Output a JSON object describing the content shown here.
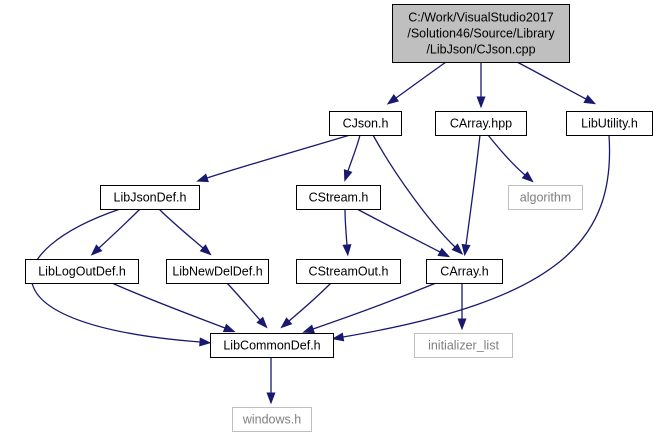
{
  "diagram": {
    "colors": {
      "edge": "#191970",
      "node_border": "#000000",
      "node_fill": "#ffffff",
      "root_fill": "#bfbfbf",
      "external_border": "#bfbfbf",
      "external_text": "#7f7f7f"
    },
    "nodes": [
      {
        "id": "root",
        "lines": [
          "C:/Work/VisualStudio2017",
          "/Solution46/Source/Library",
          "/LibJson/CJson.cpp"
        ],
        "style": "root"
      },
      {
        "id": "cjson_h",
        "lines": [
          "CJson.h"
        ],
        "style": "normal"
      },
      {
        "id": "carray_hpp",
        "lines": [
          "CArray.hpp"
        ],
        "style": "normal"
      },
      {
        "id": "libutility_h",
        "lines": [
          "LibUtility.h"
        ],
        "style": "normal"
      },
      {
        "id": "libjsondef_h",
        "lines": [
          "LibJsonDef.h"
        ],
        "style": "normal"
      },
      {
        "id": "cstream_h",
        "lines": [
          "CStream.h"
        ],
        "style": "normal"
      },
      {
        "id": "algorithm",
        "lines": [
          "algorithm"
        ],
        "style": "external"
      },
      {
        "id": "liblogoutdef_h",
        "lines": [
          "LibLogOutDef.h"
        ],
        "style": "normal"
      },
      {
        "id": "libnewdeldef_h",
        "lines": [
          "LibNewDelDef.h"
        ],
        "style": "normal"
      },
      {
        "id": "cstreamout_h",
        "lines": [
          "CStreamOut.h"
        ],
        "style": "normal"
      },
      {
        "id": "carray_h",
        "lines": [
          "CArray.h"
        ],
        "style": "normal"
      },
      {
        "id": "libcommondef_h",
        "lines": [
          "LibCommonDef.h"
        ],
        "style": "normal"
      },
      {
        "id": "initializer_list",
        "lines": [
          "initializer_list"
        ],
        "style": "external"
      },
      {
        "id": "windows_h",
        "lines": [
          "windows.h"
        ],
        "style": "external"
      }
    ],
    "edges": [
      {
        "from": "root",
        "to": "cjson_h"
      },
      {
        "from": "root",
        "to": "carray_hpp"
      },
      {
        "from": "root",
        "to": "libutility_h"
      },
      {
        "from": "cjson_h",
        "to": "libjsondef_h"
      },
      {
        "from": "cjson_h",
        "to": "cstream_h"
      },
      {
        "from": "cjson_h",
        "to": "carray_h"
      },
      {
        "from": "carray_hpp",
        "to": "algorithm"
      },
      {
        "from": "carray_hpp",
        "to": "carray_h"
      },
      {
        "from": "libutility_h",
        "to": "libcommondef_h"
      },
      {
        "from": "libjsondef_h",
        "to": "liblogoutdef_h"
      },
      {
        "from": "libjsondef_h",
        "to": "libnewdeldef_h"
      },
      {
        "from": "libjsondef_h",
        "to": "libcommondef_h"
      },
      {
        "from": "cstream_h",
        "to": "cstreamout_h"
      },
      {
        "from": "cstream_h",
        "to": "carray_h"
      },
      {
        "from": "liblogoutdef_h",
        "to": "libcommondef_h"
      },
      {
        "from": "libnewdeldef_h",
        "to": "libcommondef_h"
      },
      {
        "from": "cstreamout_h",
        "to": "libcommondef_h"
      },
      {
        "from": "carray_h",
        "to": "libcommondef_h"
      },
      {
        "from": "carray_h",
        "to": "initializer_list"
      },
      {
        "from": "libcommondef_h",
        "to": "windows_h"
      }
    ]
  }
}
